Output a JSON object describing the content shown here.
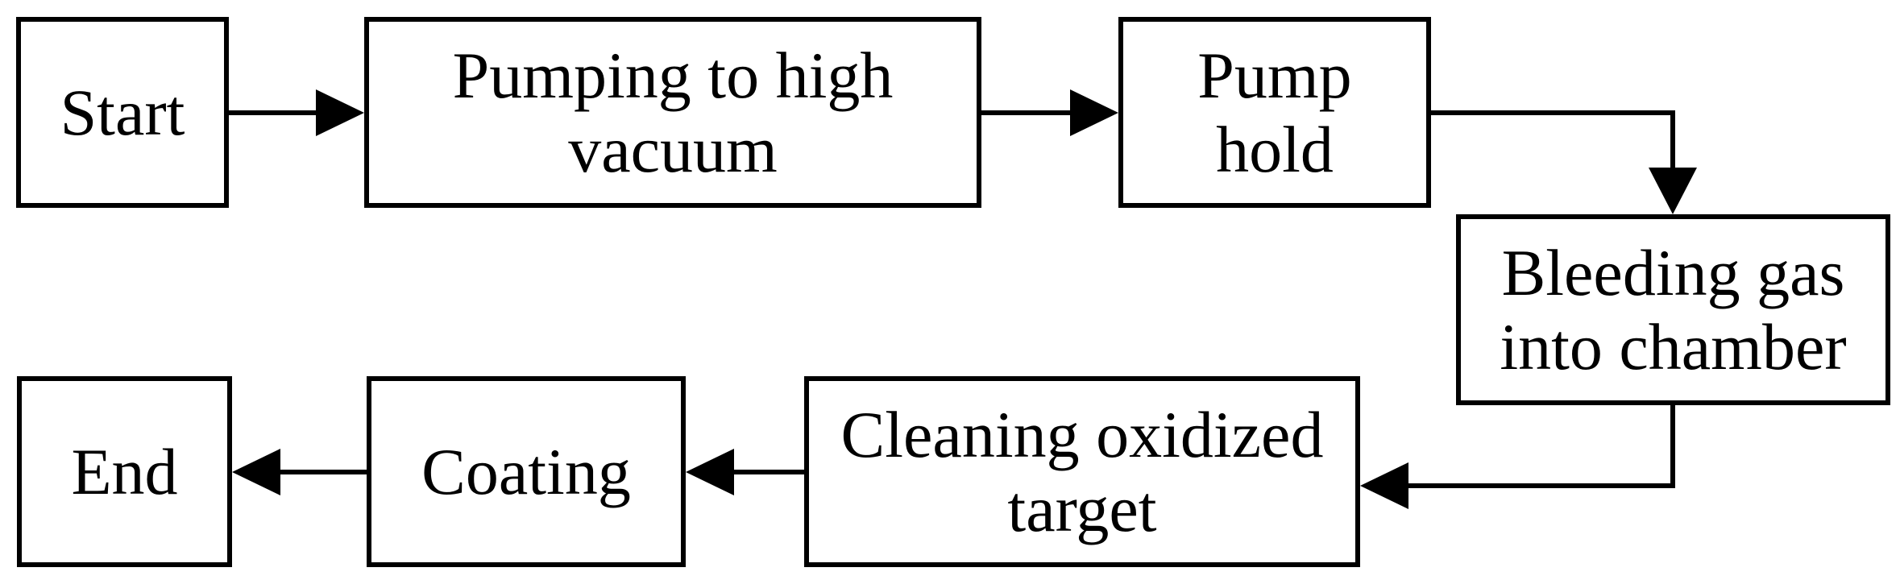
{
  "diagram": {
    "type": "flowchart",
    "background_color": "#ffffff",
    "stroke_color": "#000000",
    "nodes": [
      {
        "id": "start",
        "label": "Start"
      },
      {
        "id": "pumping",
        "label": "Pumping to high\nvacuum"
      },
      {
        "id": "pump-hold",
        "label": "Pump\nhold"
      },
      {
        "id": "bleeding",
        "label": "Bleeding gas\ninto chamber"
      },
      {
        "id": "cleaning",
        "label": "Cleaning oxidized\ntarget"
      },
      {
        "id": "coating",
        "label": "Coating"
      },
      {
        "id": "end",
        "label": "End"
      }
    ],
    "edges": [
      {
        "from": "start",
        "to": "pumping",
        "direction": "right"
      },
      {
        "from": "pumping",
        "to": "pump-hold",
        "direction": "right"
      },
      {
        "from": "pump-hold",
        "to": "bleeding",
        "direction": "right-then-down"
      },
      {
        "from": "bleeding",
        "to": "cleaning",
        "direction": "down-then-left"
      },
      {
        "from": "cleaning",
        "to": "coating",
        "direction": "left"
      },
      {
        "from": "coating",
        "to": "end",
        "direction": "left"
      }
    ]
  }
}
